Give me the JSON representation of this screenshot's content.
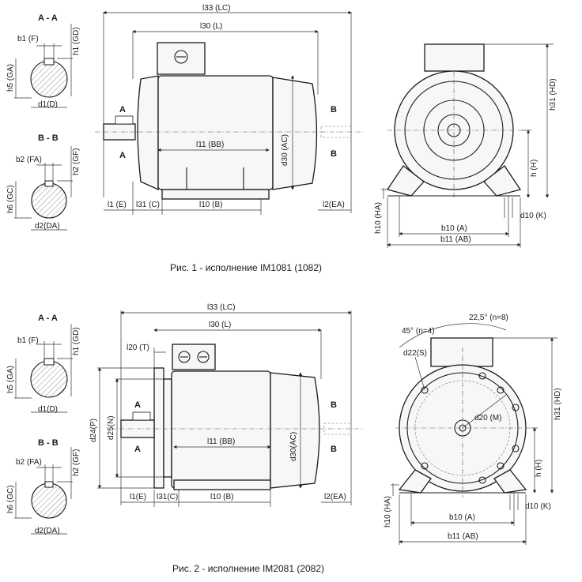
{
  "section_aa": "A - A",
  "section_bb": "B - B",
  "marker_a": "A",
  "marker_b": "B",
  "labels": {
    "b1": "b1 (F)",
    "h1": "h1 (GD)",
    "h5": "h5 (GA)",
    "d1": "d1(D)",
    "b2": "b2 (FA)",
    "h2": "h2 (GF)",
    "h6": "h6 (GC)",
    "d2": "d2(DA)",
    "l33": "l33 (LC)",
    "l30": "l30 (L)",
    "l11": "l11 (BB)",
    "d30": "d30 (AC)",
    "d30b": "d30(AC)",
    "l1": "l1 (E)",
    "l1b": "l1(E)",
    "l31": "l31 (C)",
    "l31b": "l31(C)",
    "l10": "l10 (B)",
    "l2": "l2(EA)",
    "l20": "l20 (T)",
    "d24": "d24(P)",
    "d25": "d25(N)",
    "h31": "h31 (HD)",
    "h": "h (H)",
    "h10": "h10 (HA)",
    "b10": "b10 (A)",
    "b11": "b11 (AB)",
    "d10": "d10 (K)",
    "angle45": "45° (n=4)",
    "angle22": "22,5° (n=8)",
    "d22": "d22(S)",
    "d20": "d20 (M)"
  },
  "captions": {
    "fig1": "Рис. 1 - исполнение IM1081 (1082)",
    "fig2": "Рис. 2 - исполнение IM2081 (2082)"
  }
}
